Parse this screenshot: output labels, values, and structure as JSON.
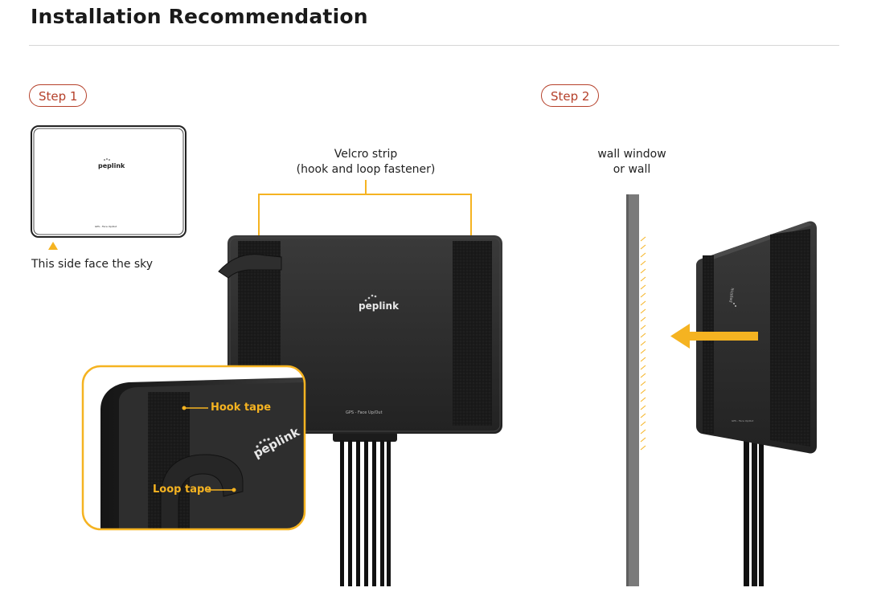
{
  "header": {
    "title": "Installation Recommendation"
  },
  "step1": {
    "label": "Step 1",
    "device_logo": "peplink",
    "device_bottom_text": "GPS - Face Up/Out",
    "side_caption": "This side face the sky"
  },
  "main_device": {
    "velcro_title": "Velcro strip",
    "velcro_subtitle": "(hook and loop fastener)",
    "logo": "peplink",
    "bottom_text": "GPS - Face Up/Out",
    "hook_label": "Hook tape",
    "loop_label": "Loop tape"
  },
  "step2": {
    "label": "Step 2",
    "wall_line1": "wall window",
    "wall_line2": "or wall",
    "device_logo": "peplink",
    "device_bottom_text": "GPS - Face Up/Out"
  },
  "colors": {
    "accent_yellow": "#f5b321",
    "step_red": "#b5402a",
    "device_dark": "#2b2b2b"
  }
}
